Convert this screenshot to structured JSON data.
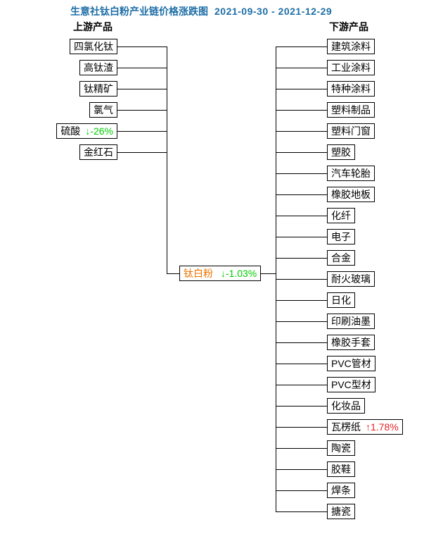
{
  "title": {
    "text": "生意社钛白粉产业链价格涨跌图",
    "date_range": "2021-09-30 - 2021-12-29"
  },
  "colors": {
    "title_blue": "#1e6ea6",
    "center_orange": "#ee7200",
    "down_green": "#00cc00",
    "up_red": "#e62222",
    "line_black": "#000000"
  },
  "symbols": {
    "down_arrow": "↓",
    "up_arrow": "↑"
  },
  "upstream": {
    "header": "上游产品",
    "nodes": [
      {
        "label": "四氯化钛"
      },
      {
        "label": "高钛渣"
      },
      {
        "label": "钛精矿"
      },
      {
        "label": "氯气"
      },
      {
        "label": "硫酸",
        "change": "-26%",
        "direction": "down"
      },
      {
        "label": "金红石"
      }
    ]
  },
  "center": {
    "label": "钛白粉",
    "change": "-1.03%",
    "direction": "down"
  },
  "downstream": {
    "header": "下游产品",
    "nodes": [
      {
        "label": "建筑涂料"
      },
      {
        "label": "工业涂料"
      },
      {
        "label": "特种涂料"
      },
      {
        "label": "塑料制品"
      },
      {
        "label": "塑料门窗"
      },
      {
        "label": "塑胶"
      },
      {
        "label": "汽车轮胎"
      },
      {
        "label": "橡胶地板"
      },
      {
        "label": "化纤"
      },
      {
        "label": "电子"
      },
      {
        "label": "合金"
      },
      {
        "label": "耐火玻璃"
      },
      {
        "label": "日化"
      },
      {
        "label": "印刷油墨"
      },
      {
        "label": "橡胶手套"
      },
      {
        "label": "PVC管材"
      },
      {
        "label": "PVC型材"
      },
      {
        "label": "化妆品"
      },
      {
        "label": "瓦楞纸",
        "change": "1.78%",
        "direction": "up"
      },
      {
        "label": "陶瓷"
      },
      {
        "label": "胶鞋"
      },
      {
        "label": "焊条"
      },
      {
        "label": "搪瓷"
      }
    ]
  }
}
